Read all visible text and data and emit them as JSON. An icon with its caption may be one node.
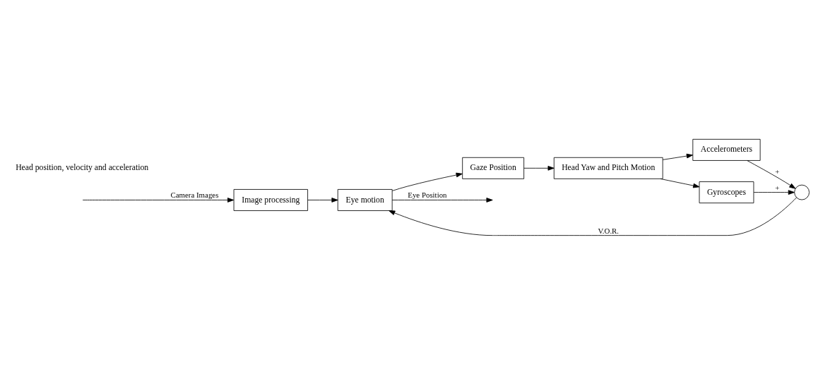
{
  "diagram": {
    "nodes": [
      {
        "text": [
          "Image processing"
        ]
      },
      {
        "text": [
          "Eye motion"
        ]
      },
      {
        "text": [
          "Gaze Position"
        ]
      },
      {
        "text": [
          "Head Yaw and Pitch Motion"
        ]
      },
      {
        "text": [
          "Accelerometers"
        ]
      },
      {
        "text": [
          "Gyroscopes"
        ]
      },
      {
        "text": [],
        "shape": "circle"
      }
    ],
    "edges": [
      {
        "from": null,
        "to": 0,
        "arrow": "to",
        "label": "Camera Images"
      },
      {
        "from": 0,
        "to": 1,
        "arrow": "to"
      },
      {
        "from": 1,
        "to": null,
        "arrow": "to",
        "label": "Eye Position"
      },
      {
        "from": 1,
        "to": 2,
        "arrow": "to"
      },
      {
        "from": 2,
        "to": 3,
        "arrow": "to"
      },
      {
        "from": 3,
        "to": 4,
        "arrow": "to"
      },
      {
        "from": 3,
        "to": 5,
        "arrow": "to"
      },
      {
        "from": 4,
        "to": 6,
        "arrow": "to",
        "label": "+"
      },
      {
        "from": 5,
        "to": 6,
        "arrow": "to",
        "label": "+"
      },
      {
        "from": 6,
        "to": 1,
        "arrow": "to",
        "label": "V.O.R."
      }
    ],
    "labels": [
      "Head position, velocity and acceleration"
    ]
  }
}
